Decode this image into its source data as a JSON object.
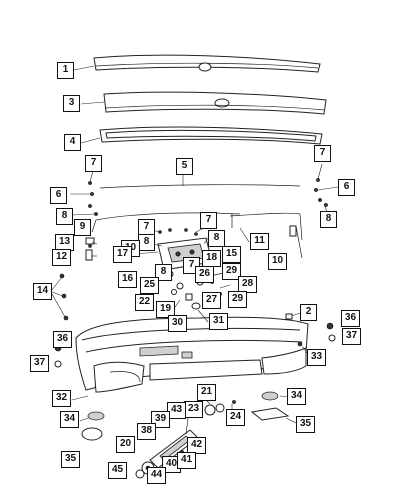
{
  "diagram": {
    "callouts": [
      {
        "id": "c1a",
        "label": "1"
      },
      {
        "id": "c3a",
        "label": "3"
      },
      {
        "id": "c4a",
        "label": "4"
      },
      {
        "id": "c5a",
        "label": "5"
      },
      {
        "id": "c7a",
        "label": "7"
      },
      {
        "id": "c7b",
        "label": "7"
      },
      {
        "id": "c6a",
        "label": "6"
      },
      {
        "id": "c6b",
        "label": "6"
      },
      {
        "id": "c8a",
        "label": "8"
      },
      {
        "id": "c8b",
        "label": "8"
      },
      {
        "id": "c9a",
        "label": "9"
      },
      {
        "id": "c7c",
        "label": "7"
      },
      {
        "id": "c7d",
        "label": "7"
      },
      {
        "id": "c8c",
        "label": "8"
      },
      {
        "id": "c8d",
        "label": "8"
      },
      {
        "id": "c11a",
        "label": "11"
      },
      {
        "id": "c13a",
        "label": "13"
      },
      {
        "id": "c10a",
        "label": "10"
      },
      {
        "id": "c10b",
        "label": "10"
      },
      {
        "id": "c12a",
        "label": "12"
      },
      {
        "id": "c17a",
        "label": "17"
      },
      {
        "id": "c15a",
        "label": "15"
      },
      {
        "id": "c7e",
        "label": "7"
      },
      {
        "id": "c18a",
        "label": "18"
      },
      {
        "id": "c8e",
        "label": "8"
      },
      {
        "id": "c26a",
        "label": "26"
      },
      {
        "id": "c29a",
        "label": "29"
      },
      {
        "id": "c16a",
        "label": "16"
      },
      {
        "id": "c25a",
        "label": "25"
      },
      {
        "id": "c28a",
        "label": "28"
      },
      {
        "id": "c14a",
        "label": "14"
      },
      {
        "id": "c22a",
        "label": "22"
      },
      {
        "id": "c27a",
        "label": "27"
      },
      {
        "id": "c29b",
        "label": "29"
      },
      {
        "id": "c19a",
        "label": "19"
      },
      {
        "id": "c2a",
        "label": "2"
      },
      {
        "id": "c30a",
        "label": "30"
      },
      {
        "id": "c31a",
        "label": "31"
      },
      {
        "id": "c36a",
        "label": "36"
      },
      {
        "id": "c36b",
        "label": "36"
      },
      {
        "id": "c37a",
        "label": "37"
      },
      {
        "id": "c33a",
        "label": "33"
      },
      {
        "id": "c37b",
        "label": "37"
      },
      {
        "id": "c21a",
        "label": "21"
      },
      {
        "id": "c32a",
        "label": "32"
      },
      {
        "id": "c23a",
        "label": "23"
      },
      {
        "id": "c43a",
        "label": "43"
      },
      {
        "id": "c34a",
        "label": "34"
      },
      {
        "id": "c34b",
        "label": "34"
      },
      {
        "id": "c24a",
        "label": "24"
      },
      {
        "id": "c39a",
        "label": "39"
      },
      {
        "id": "c35a",
        "label": "35"
      },
      {
        "id": "c38a",
        "label": "38"
      },
      {
        "id": "c42a",
        "label": "42"
      },
      {
        "id": "c20a",
        "label": "20"
      },
      {
        "id": "c35b",
        "label": "35"
      },
      {
        "id": "c40a",
        "label": "40"
      },
      {
        "id": "c41a",
        "label": "41"
      },
      {
        "id": "c45a",
        "label": "45"
      },
      {
        "id": "c44a",
        "label": "44"
      }
    ]
  }
}
